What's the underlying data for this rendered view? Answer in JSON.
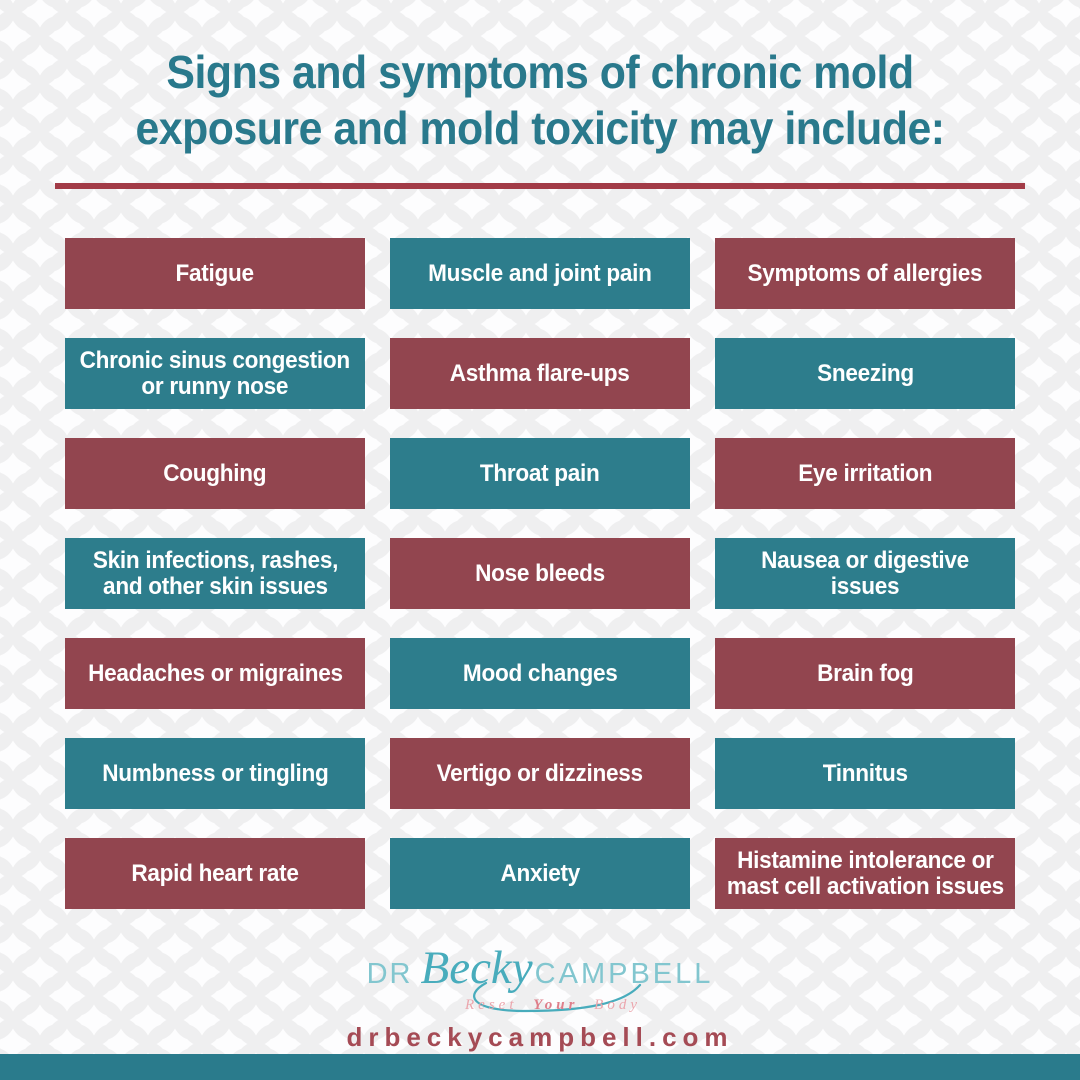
{
  "title": {
    "line1": "Signs and symptoms of chronic mold",
    "line2": "exposure and mold toxicity may include:"
  },
  "symptoms": [
    {
      "label": "Fatigue",
      "variant": "maroon"
    },
    {
      "label": "Muscle and joint pain",
      "variant": "teal"
    },
    {
      "label": "Symptoms of allergies",
      "variant": "maroon"
    },
    {
      "label": "Chronic sinus congestion\nor runny nose",
      "variant": "teal"
    },
    {
      "label": "Asthma flare-ups",
      "variant": "maroon"
    },
    {
      "label": "Sneezing",
      "variant": "teal"
    },
    {
      "label": "Coughing",
      "variant": "maroon"
    },
    {
      "label": "Throat pain",
      "variant": "teal"
    },
    {
      "label": "Eye irritation",
      "variant": "maroon"
    },
    {
      "label": "Skin infections, rashes,\nand other skin issues",
      "variant": "teal"
    },
    {
      "label": "Nose bleeds",
      "variant": "maroon"
    },
    {
      "label": "Nausea or digestive issues",
      "variant": "teal"
    },
    {
      "label": "Headaches or migraines",
      "variant": "maroon"
    },
    {
      "label": "Mood changes",
      "variant": "teal"
    },
    {
      "label": "Brain fog",
      "variant": "maroon"
    },
    {
      "label": "Numbness or tingling",
      "variant": "teal"
    },
    {
      "label": "Vertigo or dizziness",
      "variant": "maroon"
    },
    {
      "label": "Tinnitus",
      "variant": "teal"
    },
    {
      "label": "Rapid heart rate",
      "variant": "maroon"
    },
    {
      "label": "Anxiety",
      "variant": "teal"
    },
    {
      "label": "Histamine intolerance or\nmast cell activation issues",
      "variant": "maroon"
    }
  ],
  "footer": {
    "logo": {
      "prefix": "DR",
      "first_name": "Becky",
      "last_name": "CAMPBELL",
      "tagline_words": [
        "Reset",
        "Your",
        "Body"
      ]
    },
    "website": "drbeckycampbell.com"
  },
  "colors": {
    "maroon_box": "#92454f",
    "teal_box": "#2d7d8c",
    "title_teal": "#29798c",
    "divider_maroon": "#a23b47",
    "website_maroon": "#a54b55",
    "logo_light_teal": "#82c6cf",
    "logo_script_teal": "#48acbc",
    "tagline_pink": "#eba6ad",
    "bottom_bar_teal": "#2a7b8c",
    "pattern_petal": "#efeff0",
    "background": "#fdfdfe"
  }
}
